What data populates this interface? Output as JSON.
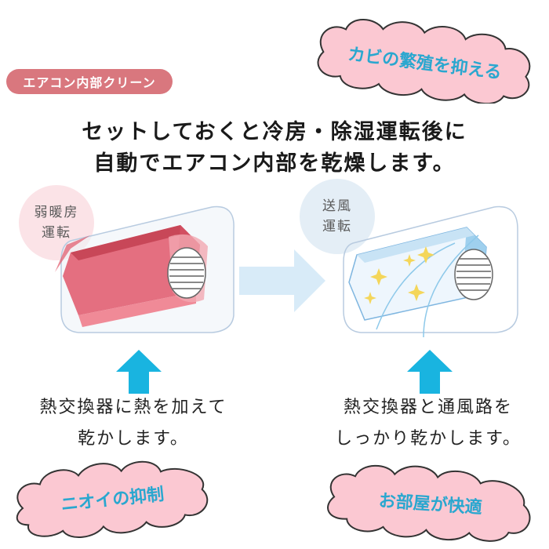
{
  "tag": "エアコン内部クリーン",
  "headline": {
    "line1": "セットしておくと冷房・除湿運転後に",
    "line2": "自動でエアコン内部を乾燥します。"
  },
  "left_panel": {
    "mode_line1": "弱暖房",
    "mode_line2": "運転",
    "caption_line1": "熱交換器に熱を加えて",
    "caption_line2": "乾かします。"
  },
  "right_panel": {
    "mode_line1": "送風",
    "mode_line2": "運転",
    "caption_line1": "熱交換器と通風路を",
    "caption_line2": "しっかり乾かします。"
  },
  "bubbles": {
    "mold": "カビの繁殖を抑える",
    "odor": "ニオイの抑制",
    "comfort": "お部屋が快適"
  },
  "colors": {
    "tag": "#d9777e",
    "bubble_fill": "#fbc8d2",
    "bubble_text": "#2aa7cf",
    "arrow": "#19b4e0",
    "heat": "#e0576a",
    "air": "#8ec9ea"
  }
}
